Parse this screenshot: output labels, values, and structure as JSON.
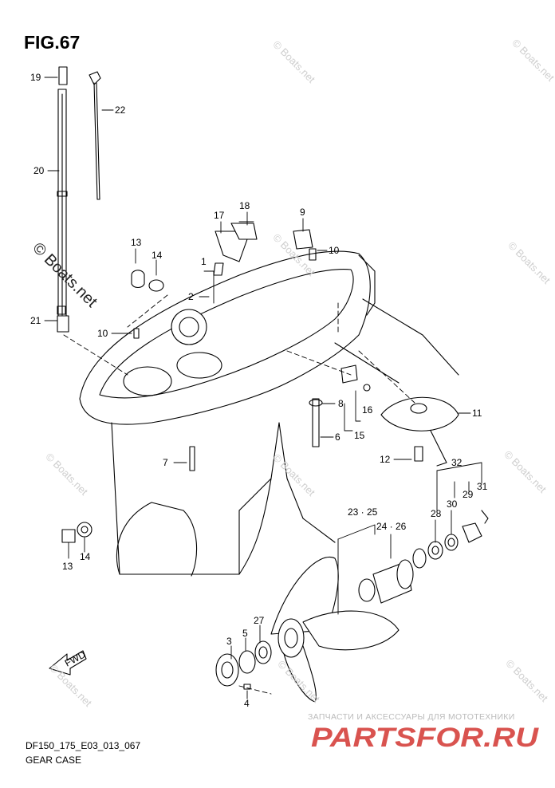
{
  "figure": {
    "title": "FIG.67",
    "code": "DF150_175_E03_013_067",
    "caption": "GEAR CASE"
  },
  "watermark": {
    "text": "© Boats.net"
  },
  "brand": {
    "tagline": "ЗАПЧАСТИ И АКСЕССУАРЫ ДЛЯ МОТОТЕХНИКИ",
    "logo": "PARTSFOR.RU",
    "accent": "#d9534f"
  },
  "direction_marker": {
    "text": "FWD"
  },
  "callouts": [
    {
      "id": "19",
      "text": "19"
    },
    {
      "id": "22",
      "text": "22"
    },
    {
      "id": "20",
      "text": "20"
    },
    {
      "id": "21",
      "text": "21"
    },
    {
      "id": "18",
      "text": "18"
    },
    {
      "id": "17",
      "text": "17"
    },
    {
      "id": "9",
      "text": "9"
    },
    {
      "id": "13a",
      "text": "13"
    },
    {
      "id": "14a",
      "text": "14"
    },
    {
      "id": "1",
      "text": "1"
    },
    {
      "id": "2",
      "text": "2"
    },
    {
      "id": "10a",
      "text": "10"
    },
    {
      "id": "10b",
      "text": "10"
    },
    {
      "id": "8",
      "text": "8"
    },
    {
      "id": "16",
      "text": "16"
    },
    {
      "id": "6",
      "text": "6"
    },
    {
      "id": "15",
      "text": "15"
    },
    {
      "id": "11",
      "text": "11"
    },
    {
      "id": "7",
      "text": "7"
    },
    {
      "id": "12",
      "text": "12"
    },
    {
      "id": "32",
      "text": "32"
    },
    {
      "id": "31",
      "text": "31"
    },
    {
      "id": "29",
      "text": "29"
    },
    {
      "id": "28",
      "text": "28"
    },
    {
      "id": "30",
      "text": "30"
    },
    {
      "id": "23",
      "text": "23 · 25"
    },
    {
      "id": "24",
      "text": "24 · 26"
    },
    {
      "id": "13b",
      "text": "13"
    },
    {
      "id": "14b",
      "text": "14"
    },
    {
      "id": "27",
      "text": "27"
    },
    {
      "id": "3",
      "text": "3"
    },
    {
      "id": "5",
      "text": "5"
    },
    {
      "id": "4",
      "text": "4"
    }
  ]
}
